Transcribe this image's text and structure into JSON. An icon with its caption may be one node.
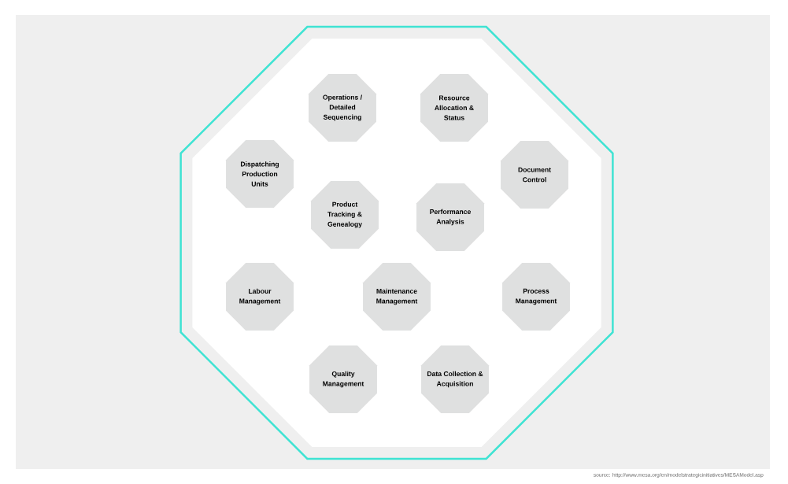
{
  "diagram": {
    "nodes": [
      {
        "text": [],
        "shape": "octagon"
      },
      {
        "text": [
          "Operations / Detailed Sequencing"
        ],
        "in": 0
      },
      {
        "text": [
          "Resource Allocation & Status"
        ],
        "in": 0
      },
      {
        "text": [
          "Dispatching Production Units"
        ],
        "in": 0
      },
      {
        "text": [
          "Document Control"
        ],
        "in": 0
      },
      {
        "text": [
          "Product Tracking & Genealogy"
        ],
        "in": 0
      },
      {
        "text": [
          "Performance Analysis"
        ],
        "in": 0
      },
      {
        "text": [
          "Labour Management"
        ],
        "in": 0
      },
      {
        "text": [
          "Maintenance Management"
        ],
        "in": 0
      },
      {
        "text": [
          "Process Management"
        ],
        "in": 0
      },
      {
        "text": [
          "Quality Management"
        ],
        "in": 0
      },
      {
        "text": [
          "Data Collection & Acquisition"
        ],
        "in": 0
      }
    ],
    "labels": [
      "source: http://www.mesa.org/en/modelstrategicinitiatives/MESAModel.asp"
    ]
  }
}
